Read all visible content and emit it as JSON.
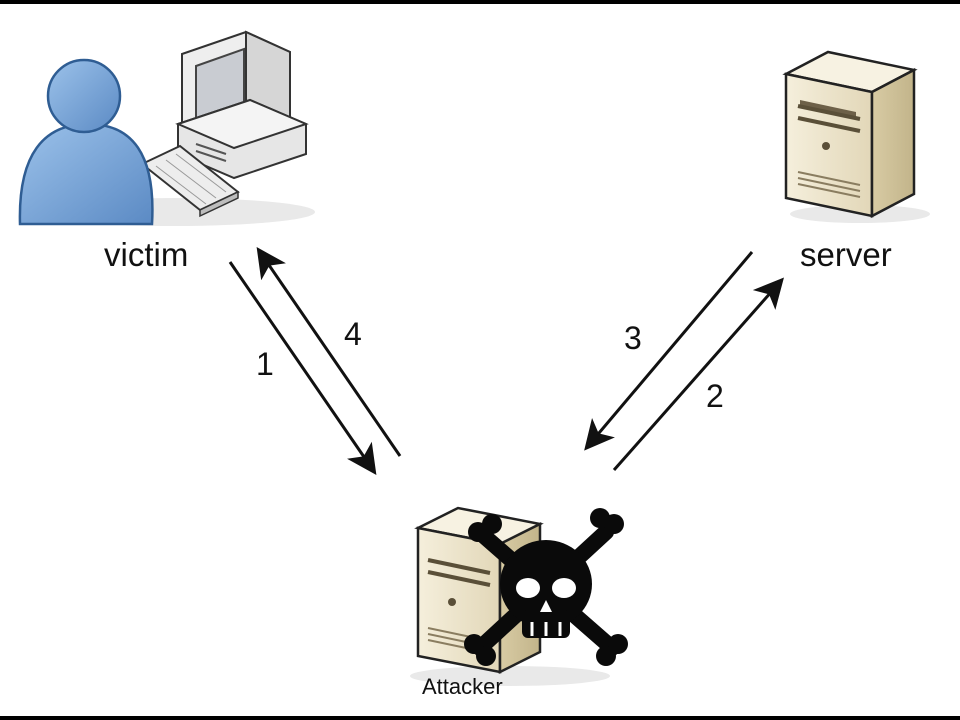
{
  "nodes": {
    "victim": {
      "label": "victim",
      "icon": "user-workstation-icon"
    },
    "server": {
      "label": "server",
      "icon": "server-tower-icon"
    },
    "attacker": {
      "label": "Attacker",
      "icon": "skull-crossbones-server-icon"
    }
  },
  "edges": [
    {
      "step": "1",
      "from": "victim",
      "to": "attacker"
    },
    {
      "step": "2",
      "from": "attacker",
      "to": "server"
    },
    {
      "step": "3",
      "from": "server",
      "to": "attacker"
    },
    {
      "step": "4",
      "from": "attacker",
      "to": "victim"
    }
  ],
  "colors": {
    "person": "#7aa6d8",
    "server_body": "#efe6cf",
    "skull": "#0a0a0a",
    "arrow": "#111111"
  }
}
